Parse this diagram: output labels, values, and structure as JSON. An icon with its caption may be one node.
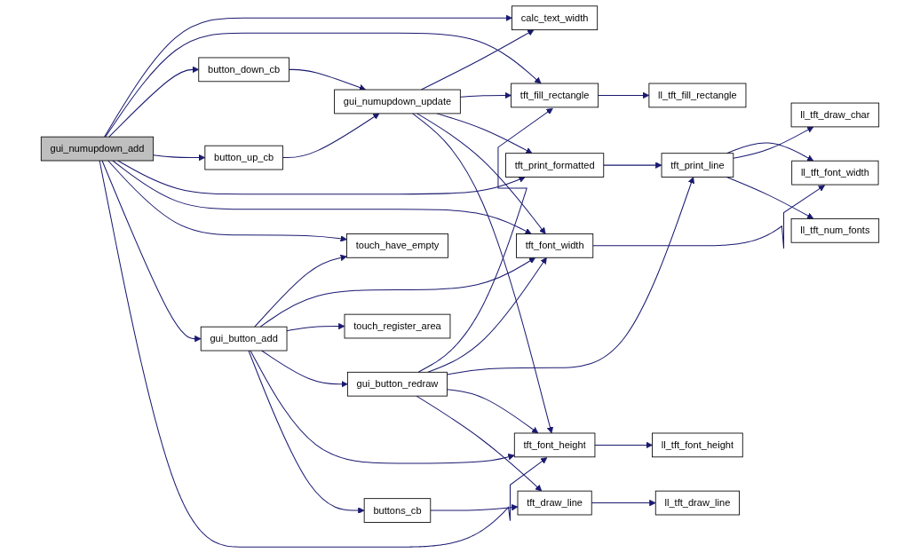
{
  "diagram": {
    "nodes": [
      {
        "text": [
          "gui_numupdown_add"
        ]
      },
      {
        "text": [
          "calc_text_width"
        ]
      },
      {
        "text": [
          "button_down_cb"
        ]
      },
      {
        "text": [
          "button_up_cb"
        ]
      },
      {
        "text": [
          "gui_numupdown_update"
        ]
      },
      {
        "text": [
          "tft_fill_rectangle"
        ]
      },
      {
        "text": [
          "ll_tft_fill_rectangle"
        ]
      },
      {
        "text": [
          "tft_print_formatted"
        ]
      },
      {
        "text": [
          "touch_have_empty"
        ]
      },
      {
        "text": [
          "tft_font_width"
        ]
      },
      {
        "text": [
          "ll_tft_font_width"
        ]
      },
      {
        "text": [
          "tft_print_line"
        ]
      },
      {
        "text": [
          "ll_tft_draw_char"
        ]
      },
      {
        "text": [
          "ll_tft_num_fonts"
        ]
      },
      {
        "text": [
          "gui_button_add"
        ]
      },
      {
        "text": [
          "touch_register_area"
        ]
      },
      {
        "text": [
          "gui_button_redraw"
        ]
      },
      {
        "text": [
          "tft_font_height"
        ]
      },
      {
        "text": [
          "ll_tft_font_height"
        ]
      },
      {
        "text": [
          "buttons_cb"
        ]
      },
      {
        "text": [
          "tft_draw_line"
        ]
      },
      {
        "text": [
          "ll_tft_draw_line"
        ]
      }
    ],
    "edges": [
      {
        "from": 0,
        "to": 1,
        "arrow": "to"
      },
      {
        "from": 0,
        "to": 5,
        "arrow": "to"
      },
      {
        "from": 0,
        "to": 2,
        "arrow": "to"
      },
      {
        "from": 0,
        "to": 3,
        "arrow": "to"
      },
      {
        "from": 0,
        "to": 7,
        "arrow": "to"
      },
      {
        "from": 0,
        "to": 9,
        "arrow": "to"
      },
      {
        "from": 0,
        "to": 8,
        "arrow": "to"
      },
      {
        "from": 0,
        "to": 14,
        "arrow": "to"
      },
      {
        "from": 0,
        "to": 17,
        "arrow": "to"
      },
      {
        "from": 2,
        "to": 4,
        "arrow": "to"
      },
      {
        "from": 3,
        "to": 4,
        "arrow": "to"
      },
      {
        "from": 4,
        "to": 1,
        "arrow": "to"
      },
      {
        "from": 4,
        "to": 5,
        "arrow": "to"
      },
      {
        "from": 4,
        "to": 7,
        "arrow": "to"
      },
      {
        "from": 4,
        "to": 9,
        "arrow": "to"
      },
      {
        "from": 4,
        "to": 17,
        "arrow": "to"
      },
      {
        "from": 5,
        "to": 6,
        "arrow": "to"
      },
      {
        "from": 7,
        "to": 11,
        "arrow": "to"
      },
      {
        "from": 9,
        "to": 10,
        "arrow": "to"
      },
      {
        "from": 11,
        "to": 10,
        "arrow": "to"
      },
      {
        "from": 11,
        "to": 12,
        "arrow": "to"
      },
      {
        "from": 11,
        "to": 13,
        "arrow": "to"
      },
      {
        "from": 14,
        "to": 8,
        "arrow": "to"
      },
      {
        "from": 14,
        "to": 9,
        "arrow": "to"
      },
      {
        "from": 14,
        "to": 15,
        "arrow": "to"
      },
      {
        "from": 14,
        "to": 16,
        "arrow": "to"
      },
      {
        "from": 14,
        "to": 17,
        "arrow": "to"
      },
      {
        "from": 14,
        "to": 19,
        "arrow": "to"
      },
      {
        "from": 16,
        "to": 5,
        "arrow": "to"
      },
      {
        "from": 16,
        "to": 9,
        "arrow": "to"
      },
      {
        "from": 16,
        "to": 11,
        "arrow": "to"
      },
      {
        "from": 16,
        "to": 17,
        "arrow": "to"
      },
      {
        "from": 16,
        "to": 20,
        "arrow": "to"
      },
      {
        "from": 17,
        "to": 18,
        "arrow": "to"
      },
      {
        "from": 19,
        "to": 20,
        "arrow": "to"
      },
      {
        "from": 20,
        "to": 21,
        "arrow": "to"
      }
    ]
  }
}
